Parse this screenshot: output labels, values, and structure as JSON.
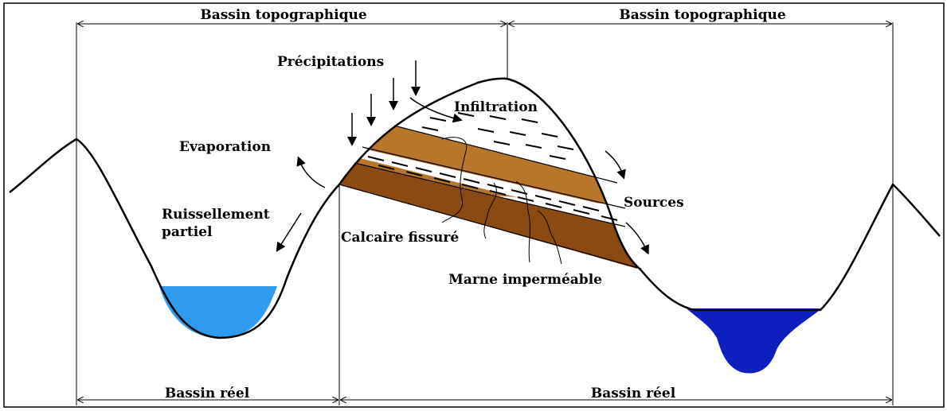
{
  "labels": {
    "top_left": "Bassin topographique",
    "top_right": "Bassin topographique",
    "bottom_left": "Bassin réel",
    "bottom_right": "Bassin réel",
    "precipitations": "Précipitations",
    "infiltration": "Infiltration",
    "evaporation": "Evaporation",
    "ruissellement_line1": "Ruissellement",
    "ruissellement_line2": "partiel",
    "calcaire": "Calcaire fissuré",
    "marne": "Marne imperméable",
    "sources": "Sources"
  },
  "colors": {
    "calcaire_layer": "#b8762a",
    "marne_layer": "#8a4a12",
    "left_water": "#2f9bf0",
    "right_water": "#0d1fbf",
    "outline": "#000000"
  }
}
